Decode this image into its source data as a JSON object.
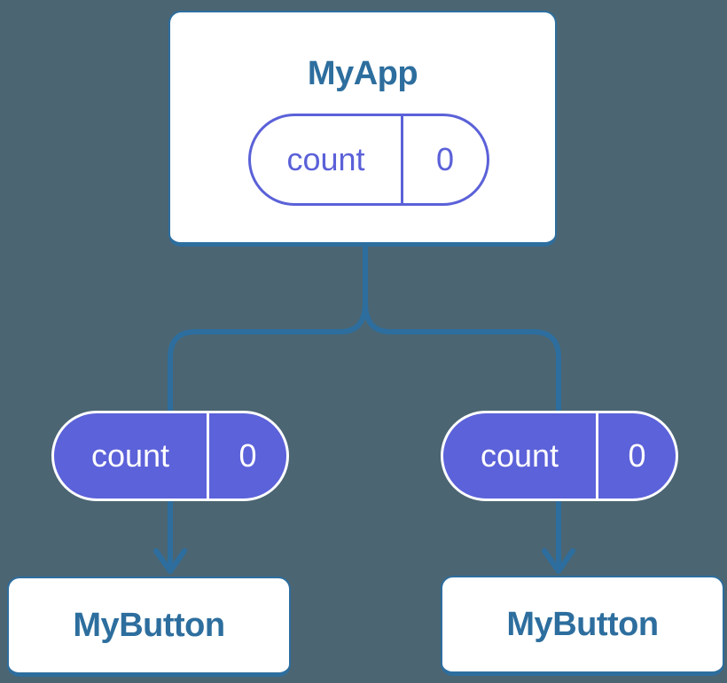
{
  "diagram": {
    "root": {
      "title": "MyApp",
      "state": {
        "key": "count",
        "value": "0"
      }
    },
    "children": [
      {
        "title": "MyButton",
        "prop": {
          "key": "count",
          "value": "0"
        }
      },
      {
        "title": "MyButton",
        "prop": {
          "key": "count",
          "value": "0"
        }
      }
    ]
  },
  "colors": {
    "background": "#4B6572",
    "connector": "#2D6E9E",
    "component_text": "#2D6E9E",
    "component_fill": "#FFFFFF",
    "state_purple": "#5B61D8",
    "state_purple_fill": "#5C62D9",
    "state_pill_light_text": "#FFFFFF"
  }
}
